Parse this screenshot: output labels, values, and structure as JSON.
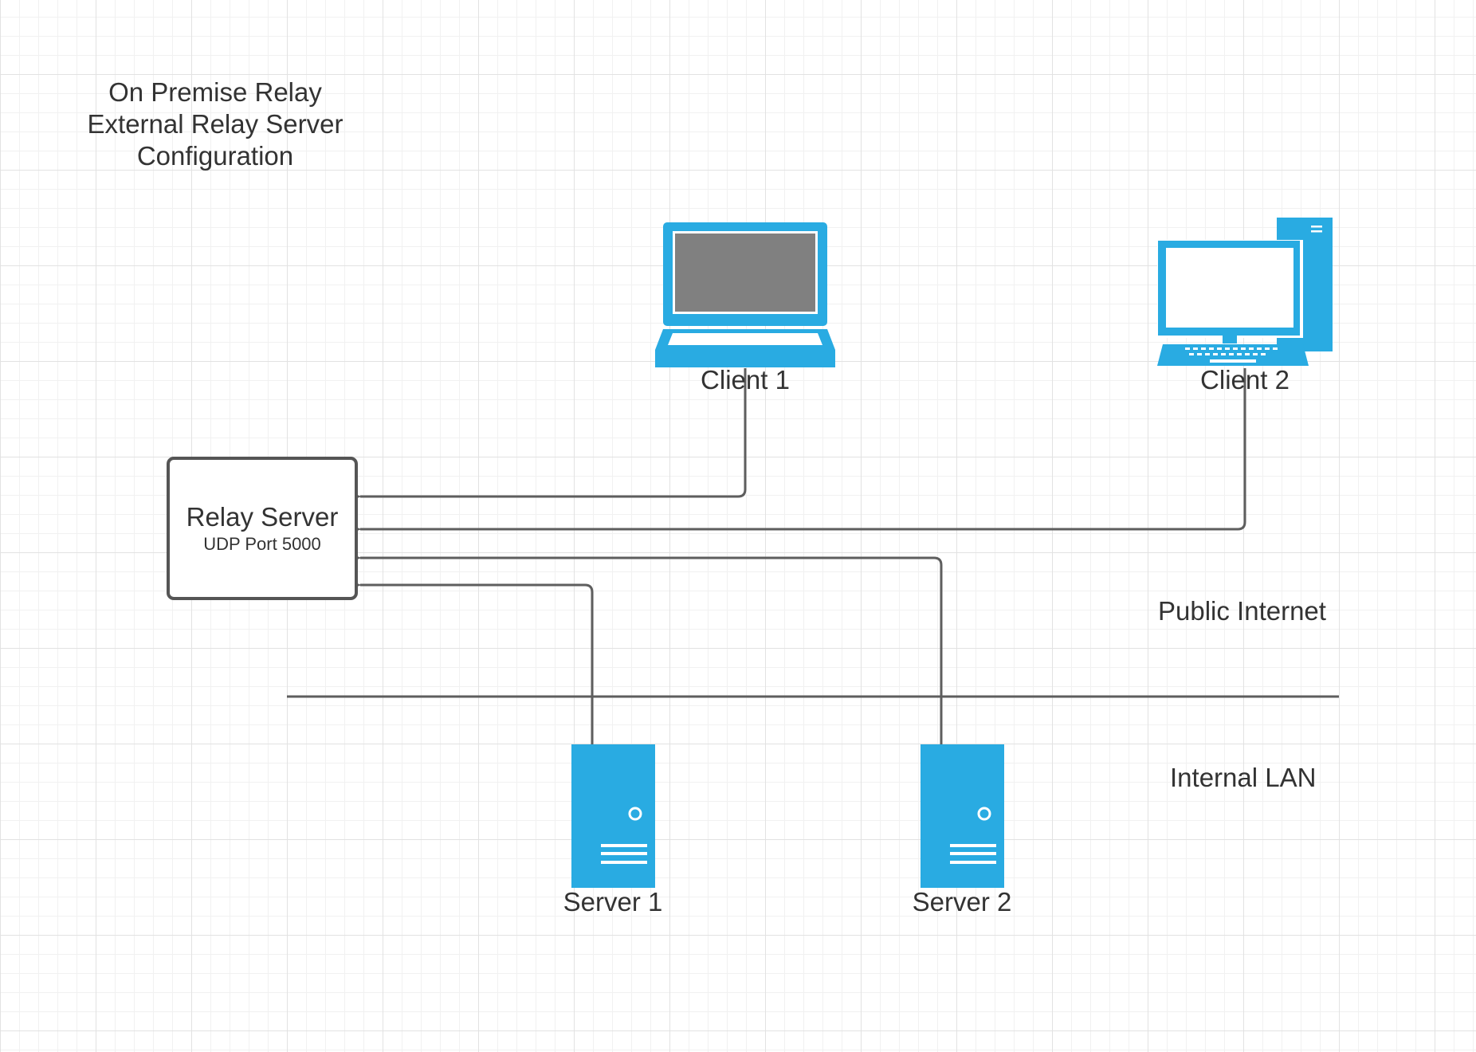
{
  "diagram": {
    "title_lines": [
      "On Premise Relay",
      "External Relay Server",
      "Configuration"
    ],
    "relay_server": {
      "label": "Relay Server",
      "sublabel": "UDP Port 5000"
    },
    "nodes": {
      "client1": {
        "label": "Client 1",
        "icon": "laptop-icon"
      },
      "client2": {
        "label": "Client 2",
        "icon": "desktop-computer-icon"
      },
      "server1": {
        "label": "Server 1",
        "icon": "server-tower-icon"
      },
      "server2": {
        "label": "Server 2",
        "icon": "server-tower-icon"
      }
    },
    "zones": {
      "public": "Public Internet",
      "internal": "Internal LAN"
    },
    "connections": [
      {
        "from": "Client 1",
        "to": "Relay Server"
      },
      {
        "from": "Client 2",
        "to": "Relay Server"
      },
      {
        "from": "Server 2",
        "to": "Relay Server"
      },
      {
        "from": "Server 1",
        "to": "Relay Server"
      }
    ],
    "colors": {
      "device_blue": "#29abe2",
      "line_gray": "#5e5e5e",
      "laptop_screen": "#808080",
      "text": "#333333"
    }
  }
}
